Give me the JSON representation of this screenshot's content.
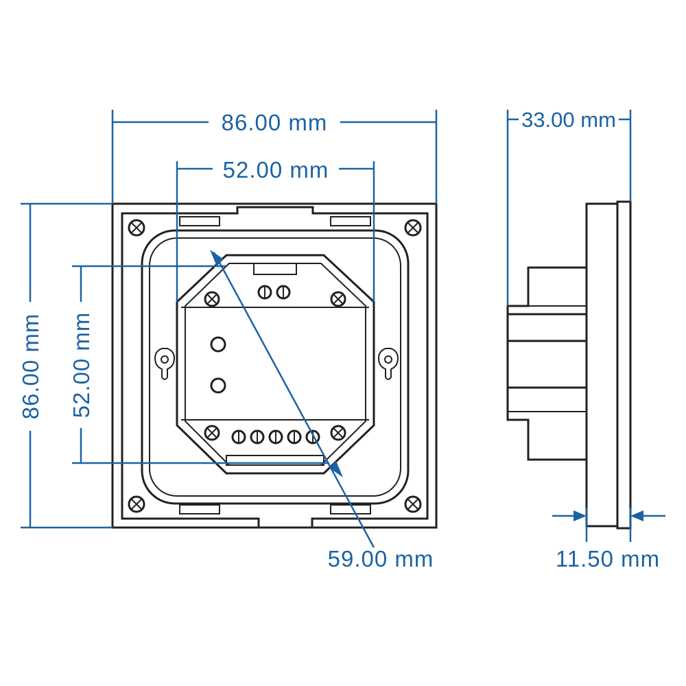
{
  "colors": {
    "dimension": "#1b63a3",
    "outline": "#231f20",
    "background": "#ffffff"
  },
  "front_view": {
    "overall_width": "86.00 mm",
    "inner_width": "52.00 mm",
    "overall_height": "86.00 mm",
    "inner_height": "52.00 mm",
    "diagonal": "59.00 mm"
  },
  "side_view": {
    "depth": "33.00 mm",
    "plate_thickness": "11.50 mm"
  }
}
